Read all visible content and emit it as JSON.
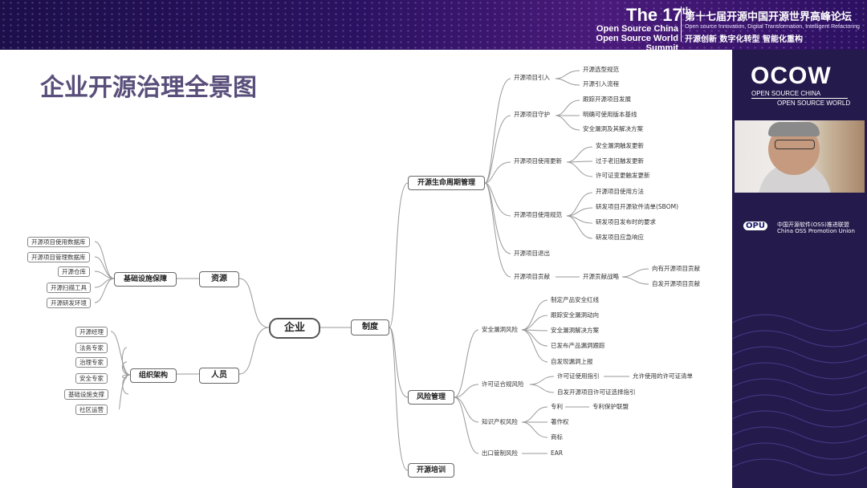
{
  "banner": {
    "edition": "The 17th",
    "edition_num": "The 17",
    "edition_sup": "th",
    "osc": "Open Source China",
    "oswc": "Open Source World Summit",
    "title_cn": "第十七届开源中国开源世界高峰论坛",
    "tagline_en": "Open source Innovation, Digital Transformation, Intelligent Refactoring",
    "tagline_cn": "开源创新 数字化转型 智能化重构"
  },
  "side": {
    "logo": "OCOW",
    "open_source_china": "OPEN SOURCE CHINA",
    "open_source_world": "OPEN SOURCE WORLD",
    "opu": "OPU",
    "opu_cn": "中国开源软件(OSS)推进联盟",
    "opu_en": "China OSS Promotion Union"
  },
  "slide": {
    "title": "企业开源治理全景图",
    "center": "企业",
    "left": {
      "resource": "资源",
      "infra": "基础设施保障",
      "infra_items": [
        "开源项目使用数据库",
        "开源项目管理数据库",
        "开源仓库",
        "开源扫描工具",
        "开源研发环境"
      ],
      "people": "人员",
      "org": "组织架构",
      "org_items": [
        "开源经理",
        "法务专家",
        "治理专家",
        "安全专家",
        "基础设施支撑",
        "社区运营"
      ]
    },
    "right": {
      "system": "制度",
      "lifecycle": "开源生命周期管理",
      "lc_intro": "开源项目引入",
      "lc_intro_items": [
        "开源选型规范",
        "开源引入流程"
      ],
      "lc_guard": "开源项目守护",
      "lc_guard_items": [
        "跟踪开源项目发展",
        "明确可使用版本基线",
        "安全漏洞及其解决方案"
      ],
      "lc_update": "开源项目使用更新",
      "lc_update_items": [
        "安全漏洞触发更新",
        "过于老旧触发更新",
        "许可证变更触发更新"
      ],
      "lc_spec": "开源项目使用规范",
      "lc_spec_items": [
        "开源项目使用方法",
        "研发项目开源软件清单(SBOM)",
        "研发项目发布时的要求",
        "研发项目应急响应"
      ],
      "lc_exit": "开源项目退出",
      "lc_contrib": "开源项目贡献",
      "lc_strategy": "开源贡献战略",
      "lc_strategy_items": [
        "向有开源项目贡献",
        "自发开源项目贡献"
      ],
      "risk": "风险管理",
      "risk_sec": "安全漏洞风险",
      "risk_sec_items": [
        "制定产品安全红线",
        "跟踪安全漏洞动向",
        "安全漏洞解决方案",
        "已发布产品漏洞跟踪",
        "自发现漏洞上报"
      ],
      "risk_lic": "许可证合规风险",
      "risk_lic_a": "许可证使用指引",
      "risk_lic_a_sub": "允许使用的许可证清单",
      "risk_lic_b": "自发开源项目许可证选择指引",
      "risk_ip": "知识产权风险",
      "risk_ip_items": [
        "专利",
        "著作权",
        "商标"
      ],
      "risk_ip_sub": "专利保护联盟",
      "risk_export": "出口管制风险",
      "risk_export_sub": "EAR",
      "training": "开源培训"
    }
  }
}
